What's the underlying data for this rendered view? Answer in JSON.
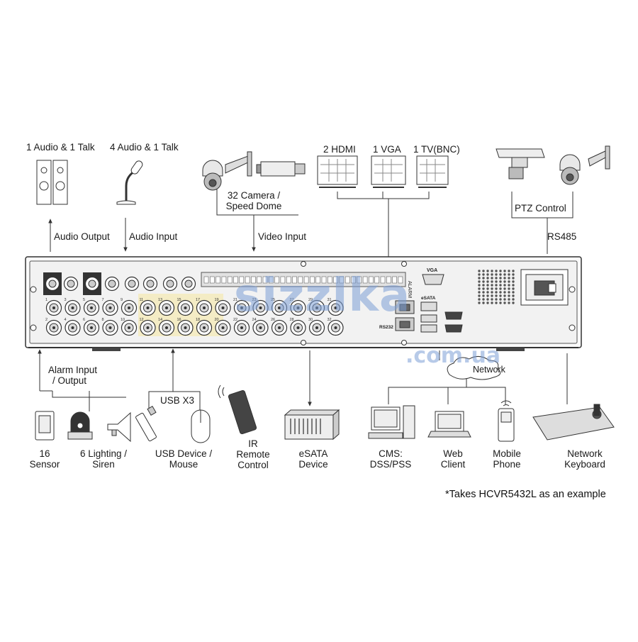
{
  "devices": {
    "audio_out_top": "1 Audio  & 1 Talk",
    "audio_in_top": "4 Audio & 1 Talk",
    "camera": [
      "32 Camera /",
      "Speed Dome"
    ],
    "hdmi": "2  HDMI",
    "vga": "1 VGA",
    "tv": "1 TV(BNC)",
    "ptz": "PTZ Control",
    "rs485": "RS485",
    "sensor": [
      "16",
      "Sensor"
    ],
    "lighting": [
      "6 Lighting /",
      "Siren"
    ],
    "usb_device": [
      "USB Device /",
      "Mouse"
    ],
    "ir": [
      "IR",
      "Remote",
      "Control"
    ],
    "esata": [
      "eSATA",
      "Device"
    ],
    "cms": [
      "CMS:",
      "DSS/PSS"
    ],
    "web": [
      "Web",
      "Client"
    ],
    "mobile": [
      "Mobile",
      "Phone"
    ],
    "netkb": [
      "Network",
      "Keyboard"
    ]
  },
  "connections": {
    "audio_output": "Audio  Output",
    "audio_input": "Audio  Input",
    "video_input": "Video Input",
    "alarm": [
      "Alarm Input",
      "/ Output"
    ],
    "usb": "USB X3",
    "network": "Network"
  },
  "panel": {
    "vga_port": "VGA",
    "esata_port": "eSATA",
    "rs232_port": "RS232",
    "alarm_block": "ALARM",
    "channel_numbers_top": [
      "1",
      "3",
      "5",
      "7",
      "9",
      "11",
      "13",
      "15",
      "17",
      "19",
      "21",
      "23",
      "25",
      "27",
      "29",
      "31"
    ],
    "channel_numbers_bottom": [
      "2",
      "4",
      "6",
      "8",
      "10",
      "12",
      "14",
      "16",
      "18",
      "20",
      "22",
      "24",
      "26",
      "28",
      "30",
      "32"
    ]
  },
  "watermark": [
    "sizzlka",
    ".com.ua"
  ],
  "footnote": "*Takes HCVR5432L as an example",
  "colors": {
    "line": "#333333",
    "panel": "#f2f2f2",
    "watermark": "#7d9fd6",
    "bnc_highlight": "#f5e7a0"
  }
}
